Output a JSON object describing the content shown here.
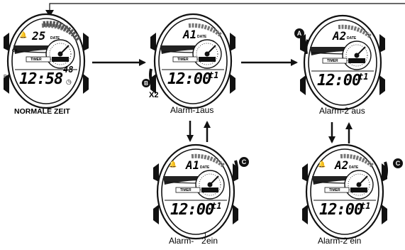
{
  "main_watch": {
    "caption": "NORMALE ZEIT",
    "top_value": "25",
    "top_label": "DATE",
    "timer_label": "TIMER",
    "time": "12:58",
    "seconds": "48",
    "left_letter": "P",
    "side_label": "CH"
  },
  "alarm1_off": {
    "caption": "Alarm-1aus",
    "top_value": "A1",
    "top_label": "DATE",
    "timer_label": "TIMER",
    "time": "12:00",
    "suffix": "t1"
  },
  "alarm2_off": {
    "caption": "Alarm-2 aus",
    "top_value": "A2",
    "top_label": "DATE",
    "timer_label": "TIMER",
    "time": "12:00",
    "suffix": "t1"
  },
  "alarm1_on": {
    "caption_prefix": "Alarm-",
    "caption_digit": "1",
    "caption_mid": "2",
    "caption_suffix": "ein",
    "top_value": "A1",
    "top_label": "DATE",
    "timer_label": "TIMER",
    "time": "12:00",
    "suffix": "t1"
  },
  "alarm2_on": {
    "caption": "Alarm-2 ein",
    "top_value": "A2",
    "top_label": "DATE",
    "timer_label": "TIMER",
    "time": "12:00",
    "suffix": "t1"
  },
  "buttons": {
    "a": "A",
    "b": "B",
    "c": "C",
    "b_count": "X2"
  }
}
